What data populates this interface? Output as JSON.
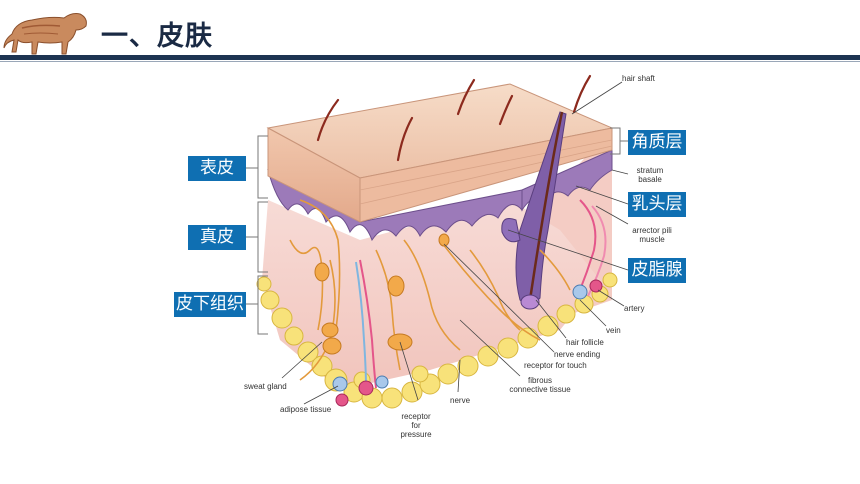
{
  "header": {
    "title": "一、皮肤"
  },
  "left_tags": [
    "表皮",
    "真皮",
    "皮下组织"
  ],
  "right_tags": [
    "角质层",
    "乳头层",
    "皮脂腺"
  ],
  "labels": {
    "hair_shaft": "hair shaft",
    "stratum_basale": "stratum basale",
    "arrector_pili": "arrector pili muscle",
    "artery": "artery",
    "vein": "vein",
    "hair_follicle": "hair follicle",
    "nerve_ending": "nerve ending",
    "receptor_touch": "receptor for touch",
    "fibrous": "fibrous connective tissue",
    "nerve": "nerve",
    "receptor_pressure": "receptor for pressure",
    "adipose": "adipose tissue",
    "sweat_gland": "sweat gland"
  },
  "colors": {
    "tag_bg": "#0f6fb2",
    "header_rule": "#1d3452"
  }
}
